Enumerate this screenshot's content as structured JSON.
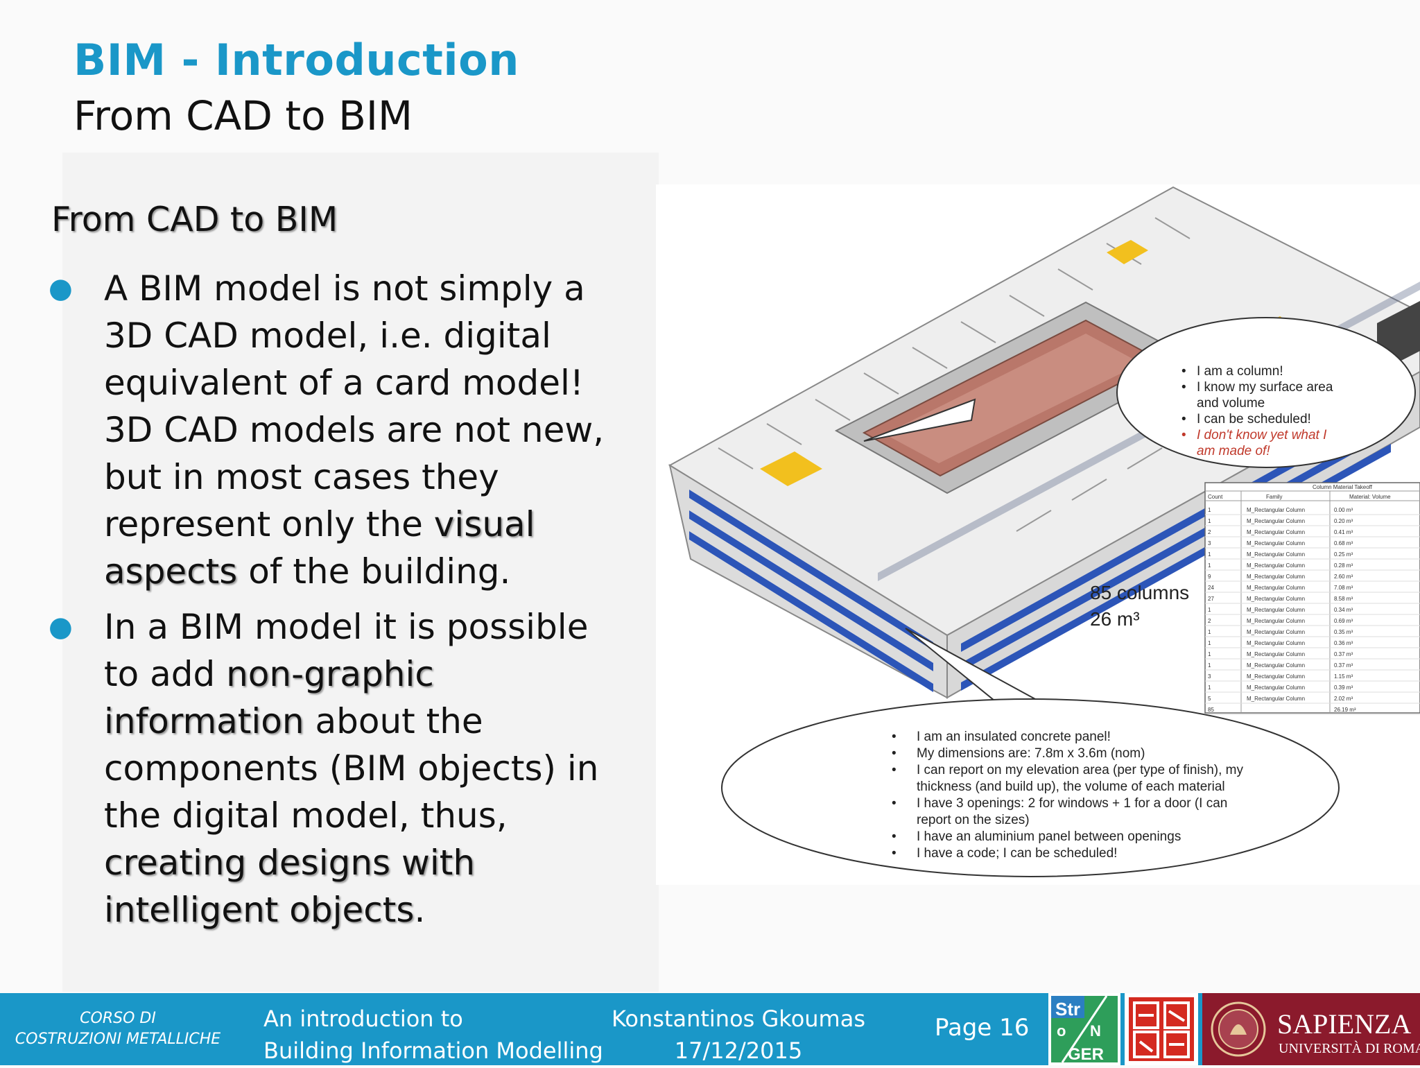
{
  "header": {
    "title": "BIM - Introduction",
    "subtitle": "From CAD to BIM"
  },
  "section_heading": "From CAD to BIM",
  "bullets": [
    {
      "pre": "A BIM model is not simply a 3D CAD model, i.e. digital equivalent of a card model! 3D CAD models are not new, but in most cases they represent only the ",
      "hl": "visual aspects",
      "post": " of the building."
    },
    {
      "pre": "In a BIM model it is possible to add ",
      "hl": "non-graphic information",
      "mid": " about the components (BIM objects) in the digital model, thus, ",
      "hl2": "creating designs with intelligent objects",
      "post": "."
    }
  ],
  "figure": {
    "column_bubble": [
      "I am a column!",
      "I know my surface area",
      "and volume",
      "I can be scheduled!",
      "I don't know yet what I",
      "am made of!"
    ],
    "count_label": "85 columns",
    "volume_label": "26 m³",
    "panel_bubble": [
      "I am an insulated concrete panel!",
      "My dimensions are: 7.8m x 3.6m (nom)",
      "I can report on my elevation area (per type of finish), my",
      "thickness (and build up), the volume of each material",
      "I have 3 openings: 2 for windows + 1 for a door (I can",
      "report on the sizes)",
      "I have an aluminium panel between openings",
      "I have a code; I can be scheduled!"
    ],
    "schedule": {
      "title": "Column Material Takeoff",
      "headers": [
        "Count",
        "Family",
        "Material: Volume"
      ],
      "rows": [
        [
          "1",
          "M_Rectangular Column",
          "0.00 m³"
        ],
        [
          "1",
          "M_Rectangular Column",
          "0.20 m³"
        ],
        [
          "2",
          "M_Rectangular Column",
          "0.41 m³"
        ],
        [
          "3",
          "M_Rectangular Column",
          "0.68 m³"
        ],
        [
          "1",
          "M_Rectangular Column",
          "0.25 m³"
        ],
        [
          "1",
          "M_Rectangular Column",
          "0.28 m³"
        ],
        [
          "9",
          "M_Rectangular Column",
          "2.60 m³"
        ],
        [
          "24",
          "M_Rectangular Column",
          "7.08 m³"
        ],
        [
          "27",
          "M_Rectangular Column",
          "8.58 m³"
        ],
        [
          "1",
          "M_Rectangular Column",
          "0.34 m³"
        ],
        [
          "2",
          "M_Rectangular Column",
          "0.69 m³"
        ],
        [
          "1",
          "M_Rectangular Column",
          "0.35 m³"
        ],
        [
          "1",
          "M_Rectangular Column",
          "0.36 m³"
        ],
        [
          "1",
          "M_Rectangular Column",
          "0.37 m³"
        ],
        [
          "1",
          "M_Rectangular Column",
          "0.37 m³"
        ],
        [
          "3",
          "M_Rectangular Column",
          "1.15 m³"
        ],
        [
          "1",
          "M_Rectangular Column",
          "0.39 m³"
        ],
        [
          "5",
          "M_Rectangular Column",
          "2.02 m³"
        ]
      ],
      "total": [
        "85",
        "",
        "26.19 m³"
      ]
    }
  },
  "footer": {
    "course_line1": "CORSO DI",
    "course_line2": "COSTRUZIONI METALLICHE",
    "talk_line1": "An introduction to",
    "talk_line2": "Building Information Modelling",
    "author": "Konstantinos Gkoumas",
    "date": "17/12/2015",
    "page": "Page 16",
    "stronger_logo": [
      "Str",
      "o",
      "N",
      "GER"
    ],
    "sapienza_name": "SAPIENZA",
    "sapienza_sub": "UNIVERSITÀ DI ROMA"
  },
  "colors": {
    "accent": "#1a97c8",
    "sapienza": "#8b1a2c",
    "stronger": "#2e9e5a"
  }
}
